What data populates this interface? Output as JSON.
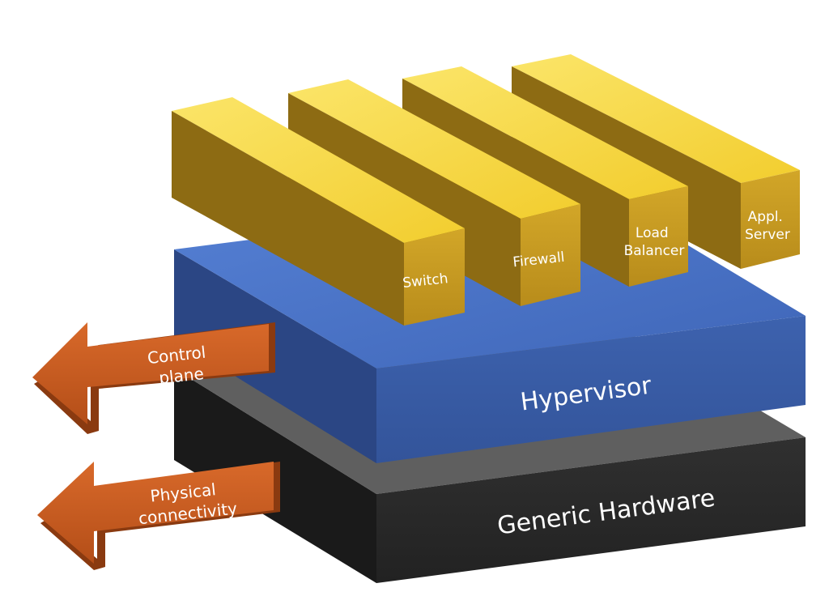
{
  "layers": {
    "hardware": {
      "label": "Generic Hardware",
      "colors": {
        "top": "#606060",
        "front": "#2a2a2a",
        "side": "#1c1c1c"
      }
    },
    "hypervisor": {
      "label": "Hypervisor",
      "colors": {
        "top": "#4a72c8",
        "front": "#3a5ea8",
        "side": "#2d4a86"
      }
    }
  },
  "functions": {
    "colors": {
      "top": "#f7d94a",
      "front": "#c79b22",
      "side": "#8e6c14"
    },
    "items": [
      {
        "label_lines": [
          "Switch"
        ]
      },
      {
        "label_lines": [
          "Firewall"
        ]
      },
      {
        "label_lines": [
          "Load",
          "Balancer"
        ]
      },
      {
        "label_lines": [
          "Appl.",
          "Server"
        ]
      }
    ]
  },
  "arrows": {
    "color": "#c55a20",
    "items": [
      {
        "label_lines": [
          "Control",
          "plane"
        ]
      },
      {
        "label_lines": [
          "Physical",
          "connectivity"
        ]
      }
    ]
  }
}
